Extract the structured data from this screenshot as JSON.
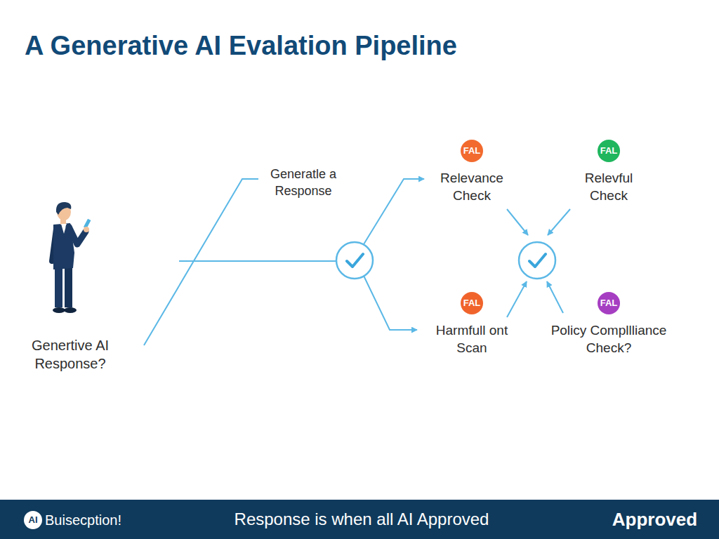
{
  "diagram": {
    "title": "A Generative AI Evalation Pipeline",
    "nodes": [
      {
        "text": [
          "FAL",
          "Relevance Check"
        ]
      },
      {
        "text": [
          "FAL",
          "Relevful Check"
        ]
      },
      {
        "text": [
          "FAL",
          "Harmfull ont Scan"
        ]
      },
      {
        "text": [
          "FAL",
          "Policy Compllliance Check?"
        ]
      },
      {
        "text": [
          "Response is when all AI Approved",
          "Approved"
        ]
      },
      {
        "text": [
          "AI",
          "Buisecption!"
        ],
        "in": 4
      }
    ],
    "labels": [
      "Generatle a Response",
      "Genertive AI Response?"
    ]
  }
}
